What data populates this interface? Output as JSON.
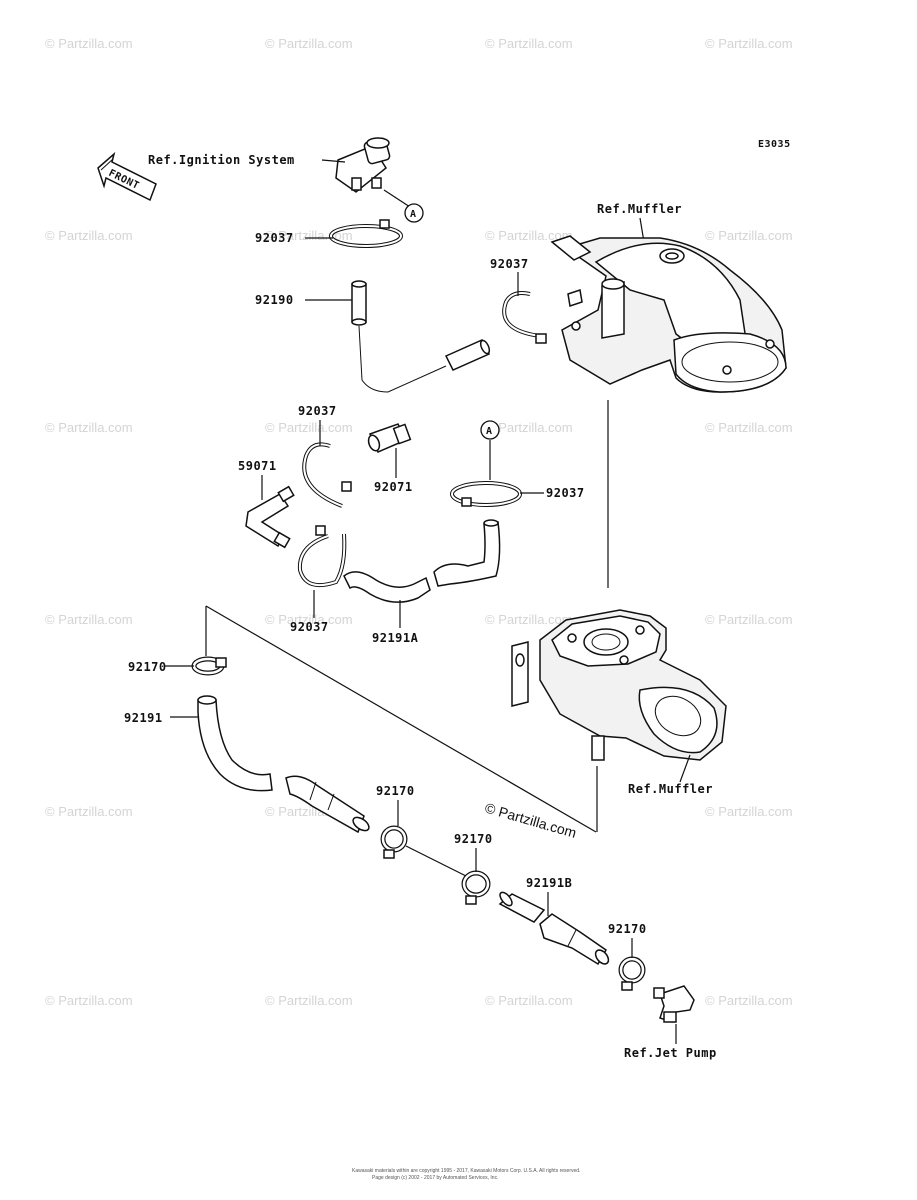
{
  "diagram_code": "E3035",
  "front_label": "FRONT",
  "watermark": "© Partzilla.com",
  "copyright": "© Partzilla.com",
  "footer_lines": [
    "Kawasaki materials within are copyright 1995 - 2017, Kawasaki Motors Corp. U.S.A. All rights reserved.",
    "Page design (c) 2002 - 2017 by Automated Services, Inc."
  ],
  "refs": {
    "ignition": "Ref.Ignition System",
    "muffler_top": "Ref.Muffler",
    "muffler_bottom": "Ref.Muffler",
    "jet_pump": "Ref.Jet Pump"
  },
  "callout": "A",
  "parts": {
    "clamp_a": "92037",
    "hose_92190": "92190",
    "clamp_b": "92037",
    "clamp_c": "92037",
    "fitting_92071": "92071",
    "clamp_d": "92037",
    "elbow_59071": "59071",
    "clamp_e": "92037",
    "hose_92191a": "92191A",
    "clamp_92170_a": "92170",
    "hose_92191": "92191",
    "clamp_92170_b": "92170",
    "clamp_92170_c": "92170",
    "hose_92191b": "92191B",
    "clamp_92170_d": "92170"
  }
}
